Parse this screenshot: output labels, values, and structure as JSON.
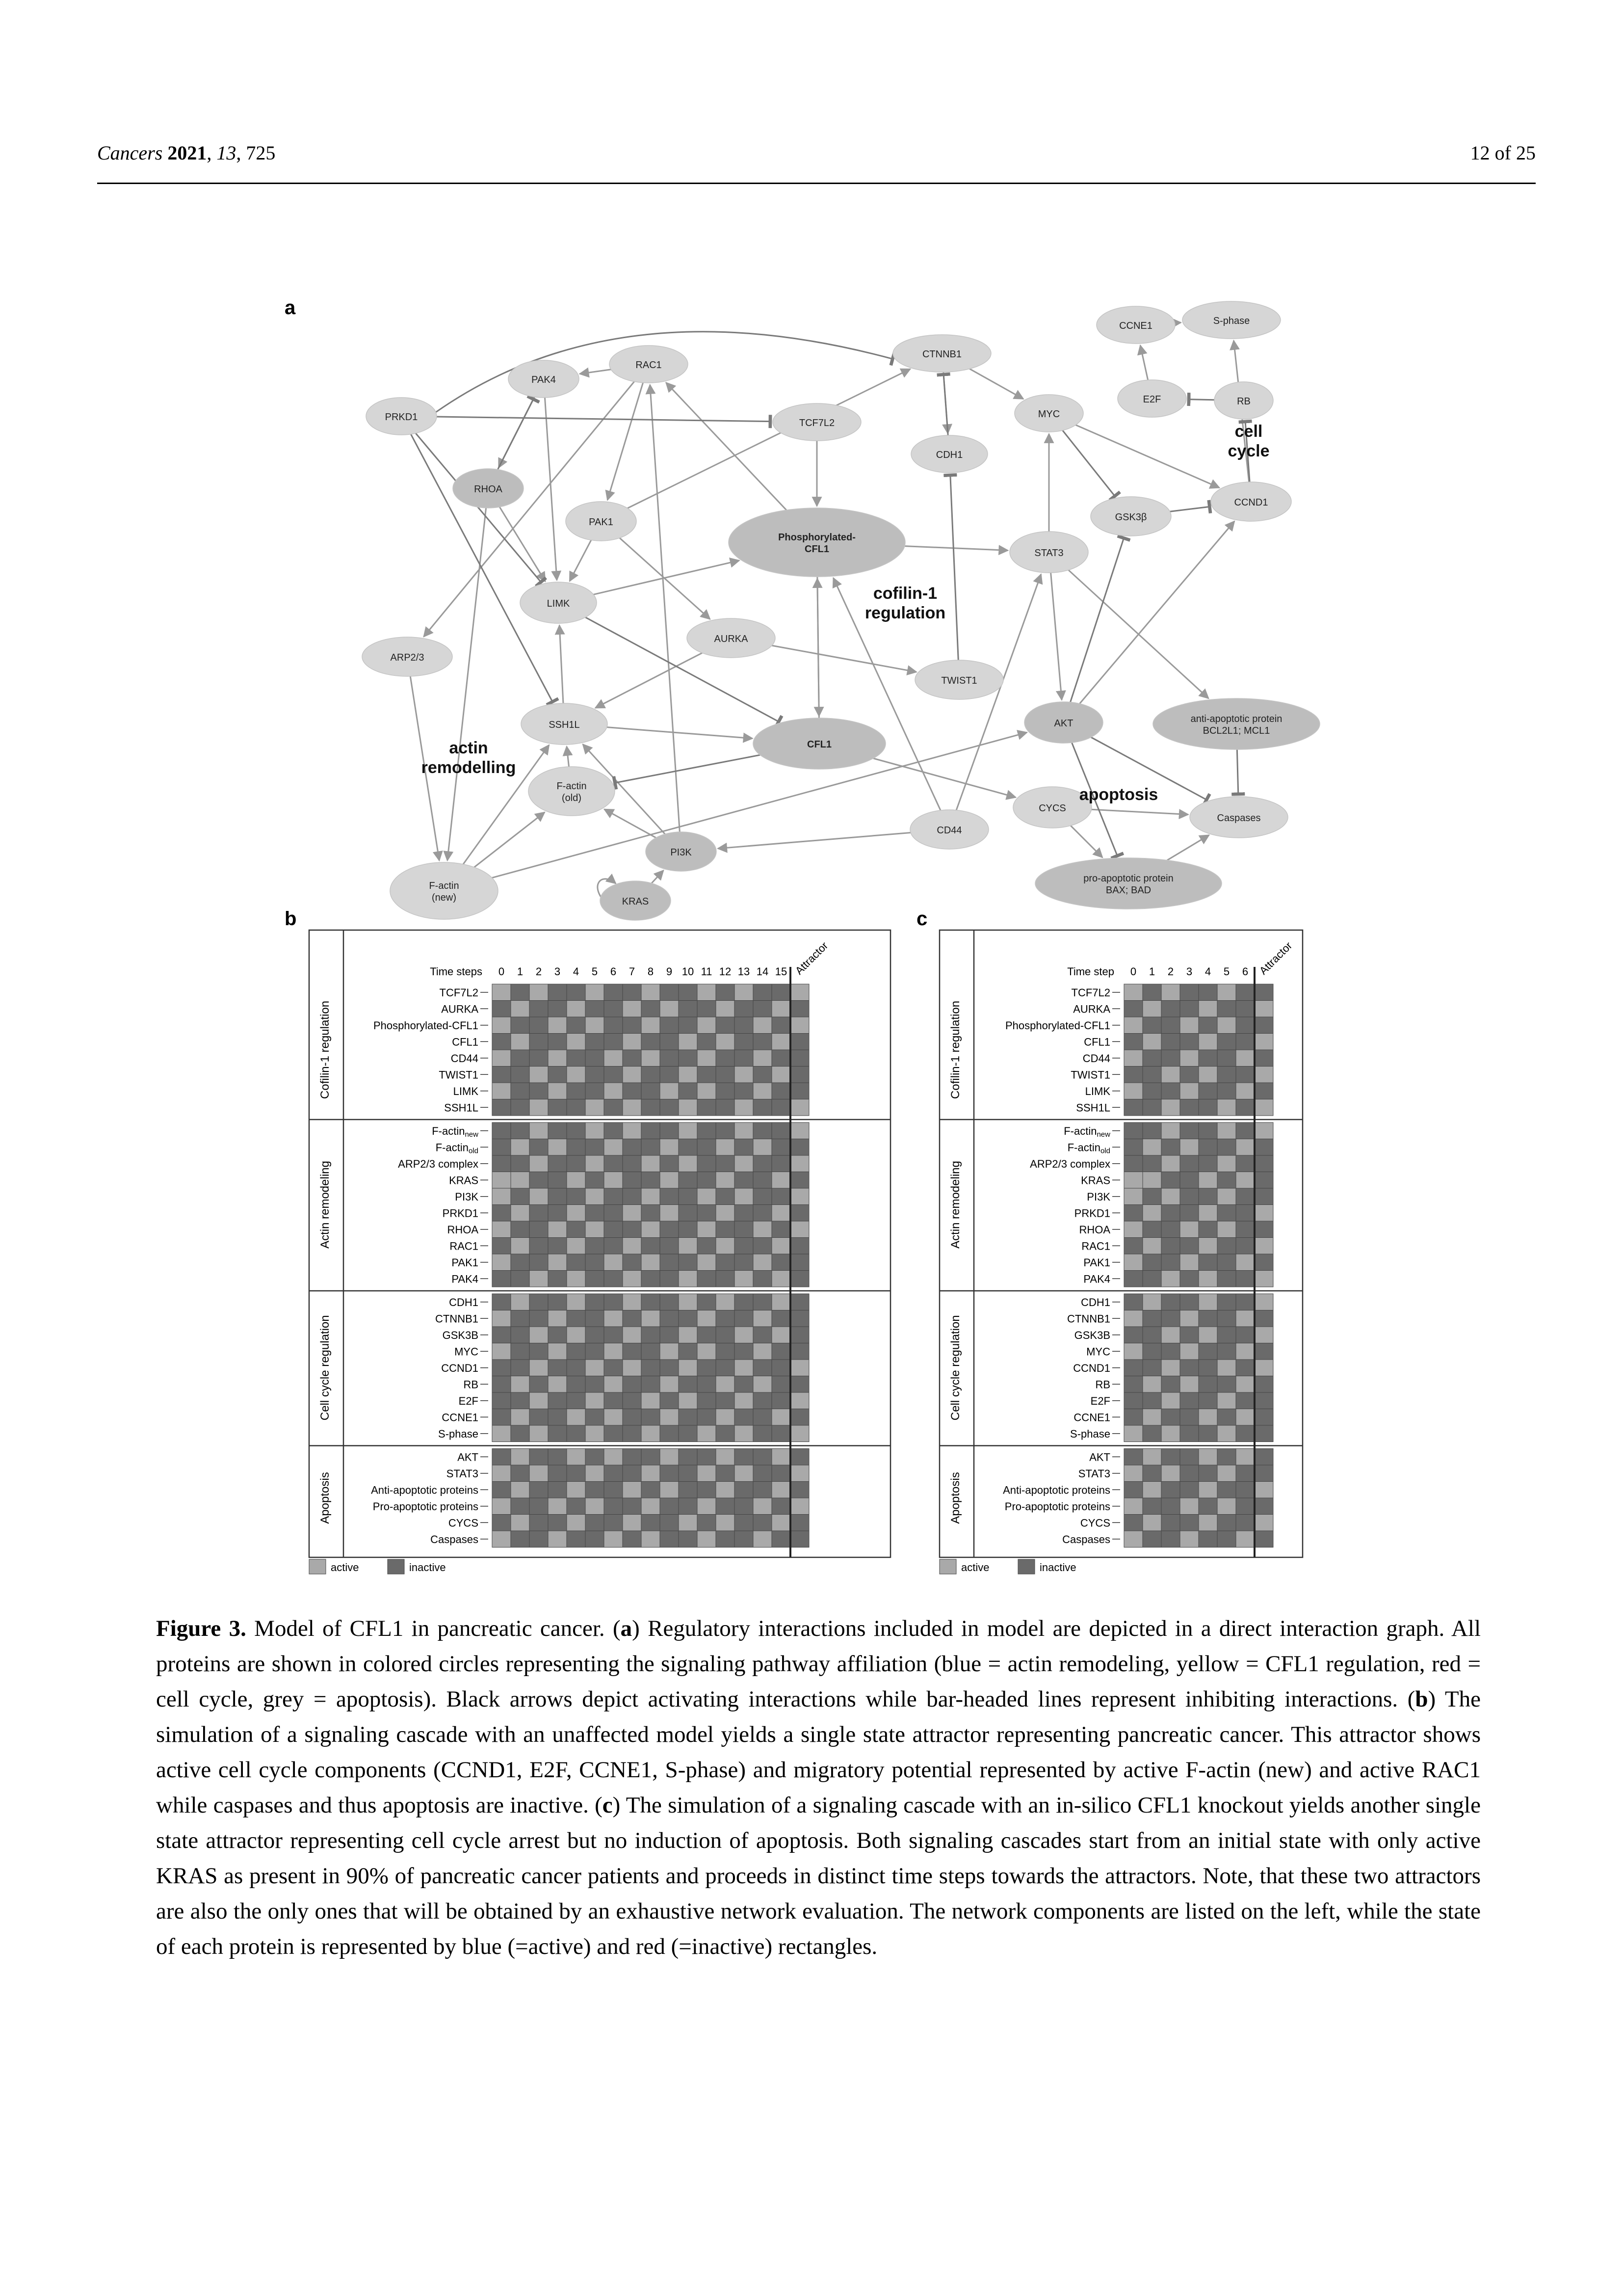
{
  "header": {
    "journal": "Cancers",
    "year": "2021",
    "volume": "13",
    "article": "725",
    "page": "12 of 25"
  },
  "panels": {
    "a": "a",
    "b": "b",
    "c": "c"
  },
  "network": {
    "nodes": [
      {
        "id": "CCNE1",
        "label": "CCNE1"
      },
      {
        "id": "SPHASE",
        "label": "S-phase"
      },
      {
        "id": "CTNNB1",
        "label": "CTNNB1"
      },
      {
        "id": "RAC1",
        "label": "RAC1"
      },
      {
        "id": "PAK4",
        "label": "PAK4"
      },
      {
        "id": "PRKD1",
        "label": "PRKD1"
      },
      {
        "id": "TCF7L2",
        "label": "TCF7L2"
      },
      {
        "id": "E2F",
        "label": "E2F"
      },
      {
        "id": "RB",
        "label": "RB"
      },
      {
        "id": "MYC",
        "label": "MYC"
      },
      {
        "id": "CDH1",
        "label": "CDH1"
      },
      {
        "id": "RHOA",
        "label": "RHOA"
      },
      {
        "id": "PAK1",
        "label": "PAK1"
      },
      {
        "id": "PCFL1",
        "label": "Phosphorylated-|CFL1"
      },
      {
        "id": "GSK3B",
        "label": "GSK3β"
      },
      {
        "id": "CCND1",
        "label": "CCND1"
      },
      {
        "id": "STAT3",
        "label": "STAT3"
      },
      {
        "id": "LIMK",
        "label": "LIMK"
      },
      {
        "id": "AURKA",
        "label": "AURKA"
      },
      {
        "id": "ARP23",
        "label": "ARP2/3"
      },
      {
        "id": "TWIST1",
        "label": "TWIST1"
      },
      {
        "id": "SSH1L",
        "label": "SSH1L"
      },
      {
        "id": "CFL1",
        "label": "CFL1"
      },
      {
        "id": "AKT",
        "label": "AKT"
      },
      {
        "id": "ANTI",
        "label": "anti-apoptotic protein|BCL2L1; MCL1"
      },
      {
        "id": "FOLD",
        "label": "F-actin|(old)"
      },
      {
        "id": "CYCS",
        "label": "CYCS"
      },
      {
        "id": "CASP",
        "label": "Caspases"
      },
      {
        "id": "CD44",
        "label": "CD44"
      },
      {
        "id": "PI3K",
        "label": "PI3K"
      },
      {
        "id": "FNEW",
        "label": "F-actin|(new)"
      },
      {
        "id": "KRAS",
        "label": "KRAS"
      },
      {
        "id": "PRO",
        "label": "pro-apoptotic protein|BAX; BAD"
      }
    ],
    "group_labels": {
      "cell_cycle": "cell|cycle",
      "cofilin": "cofilin-1|regulation",
      "actin": "actin|remodelling",
      "apoptosis": "apoptosis"
    }
  },
  "grid_b": {
    "time_label": "Time steps",
    "steps": [
      "0",
      "1",
      "2",
      "3",
      "4",
      "5",
      "6",
      "7",
      "8",
      "9",
      "10",
      "11",
      "12",
      "13",
      "14",
      "15"
    ],
    "attractor_label": "Attractor",
    "groups": [
      {
        "name": "Cofilin-1 regulation",
        "rows": [
          "TCF7L2",
          "AURKA",
          "Phosphorylated-CFL1",
          "CFL1",
          "CD44",
          "TWIST1",
          "LIMK",
          "SSH1L"
        ]
      },
      {
        "name": "Actin remodeling",
        "rows": [
          "F-actin_new",
          "F-actin_old",
          "ARP2/3 complex",
          "KRAS",
          "PI3K",
          "PRKD1",
          "RHOA",
          "RAC1",
          "PAK1",
          "PAK4"
        ]
      },
      {
        "name": "Cell cycle regulation",
        "rows": [
          "CDH1",
          "CTNNB1",
          "GSK3B",
          "MYC",
          "CCND1",
          "RB",
          "E2F",
          "CCNE1",
          "S-phase"
        ]
      },
      {
        "name": "Apoptosis",
        "rows": [
          "AKT",
          "STAT3",
          "Anti-apoptotic proteins",
          "Pro-apoptotic proteins",
          "CYCS",
          "Caspases"
        ]
      }
    ],
    "legend": {
      "active": "active",
      "inactive": "inactive"
    }
  },
  "grid_c": {
    "time_label": "Time step",
    "steps": [
      "0",
      "1",
      "2",
      "3",
      "4",
      "5",
      "6"
    ],
    "attractor_label": "Attractor",
    "groups": [
      {
        "name": "Cofilin-1 regulation",
        "rows": [
          "TCF7L2",
          "AURKA",
          "Phosphorylated-CFL1",
          "CFL1",
          "CD44",
          "TWIST1",
          "LIMK",
          "SSH1L"
        ]
      },
      {
        "name": "Actin remodeling",
        "rows": [
          "F-actin_new",
          "F-actin_old",
          "ARP2/3 complex",
          "KRAS",
          "PI3K",
          "PRKD1",
          "RHOA",
          "RAC1",
          "PAK1",
          "PAK4"
        ]
      },
      {
        "name": "Cell cycle regulation",
        "rows": [
          "CDH1",
          "CTNNB1",
          "GSK3B",
          "MYC",
          "CCND1",
          "RB",
          "E2F",
          "CCNE1",
          "S-phase"
        ]
      },
      {
        "name": "Apoptosis",
        "rows": [
          "AKT",
          "STAT3",
          "Anti-apoptotic proteins",
          "Pro-apoptotic proteins",
          "CYCS",
          "Caspases"
        ]
      }
    ],
    "legend": {
      "active": "active",
      "inactive": "inactive"
    }
  },
  "colors": {
    "active": "#a9a9a9",
    "inactive": "#6a6a6a",
    "node": "#d6d6d6",
    "node_dark": "#bdbdbd",
    "edge": "#9a9a9a"
  },
  "caption": {
    "label": "Figure 3.",
    "text1": " Model of CFL1 in pancreatic cancer. (",
    "a": "a",
    "text2": ") Regulatory interactions included in model are depicted in a direct interaction graph. All proteins are shown in colored circles representing the signaling pathway affiliation (blue = actin remodeling, yellow = CFL1 regulation, red = cell cycle, grey = apoptosis). Black arrows depict activating interactions while bar-headed lines represent inhibiting interactions. (",
    "b": "b",
    "text3": ") The simulation of a signaling cascade with an unaffected model yields a single state attractor representing pancreatic cancer. This attractor shows active cell cycle components (CCND1, E2F, CCNE1, S-phase) and migratory potential represented by active F-actin (new) and active RAC1 while caspases and thus apoptosis are inactive. (",
    "c": "c",
    "text4": ") The simulation of a signaling cascade with an in-silico CFL1 knockout yields another single state attractor representing cell cycle arrest but no induction of apoptosis. Both signaling cascades start from an initial state with only active KRAS as present in 90% of pancreatic cancer patients and proceeds in distinct time steps towards the attractors. Note, that these two attractors are also the only ones that will be obtained by an exhaustive network evaluation. The network components are listed on the left, while the state of each protein is represented by blue (=active) and red (=inactive) rectangles."
  }
}
